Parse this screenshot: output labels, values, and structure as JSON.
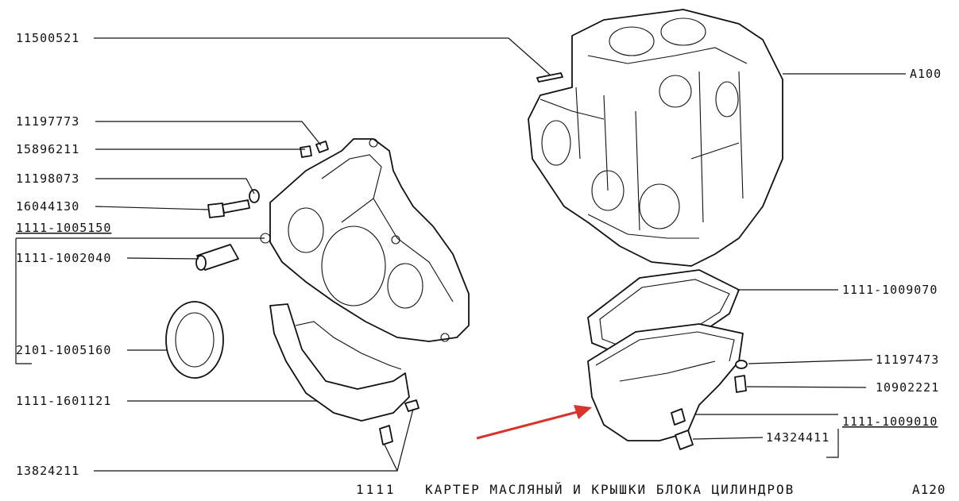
{
  "labels": {
    "p11500521": "11500521",
    "p11197773": "11197773",
    "p15896211": "15896211",
    "p11198073": "11198073",
    "p16044130": "16044130",
    "p1111_1005150": "1111-1005150",
    "p1111_1002040": "1111-1002040",
    "p2101_1005160": "2101-1005160",
    "p1111_1601121": "1111-1601121",
    "p13824211": "13824211",
    "pA100": "A100",
    "p1111_1009070": "1111-1009070",
    "p11197473": "11197473",
    "p10902221": "10902221",
    "p1111_1009010": "1111-1009010",
    "p14324411": "14324411"
  },
  "footer": {
    "code": "1111",
    "title": "КАРТЕР МАСЛЯНЫЙ И КРЫШКИ БЛОКА ЦИЛИНДРОВ",
    "page": "A120"
  },
  "colors": {
    "ink": "#111111",
    "arrow": "#d9342b",
    "paper": "#ffffff"
  }
}
